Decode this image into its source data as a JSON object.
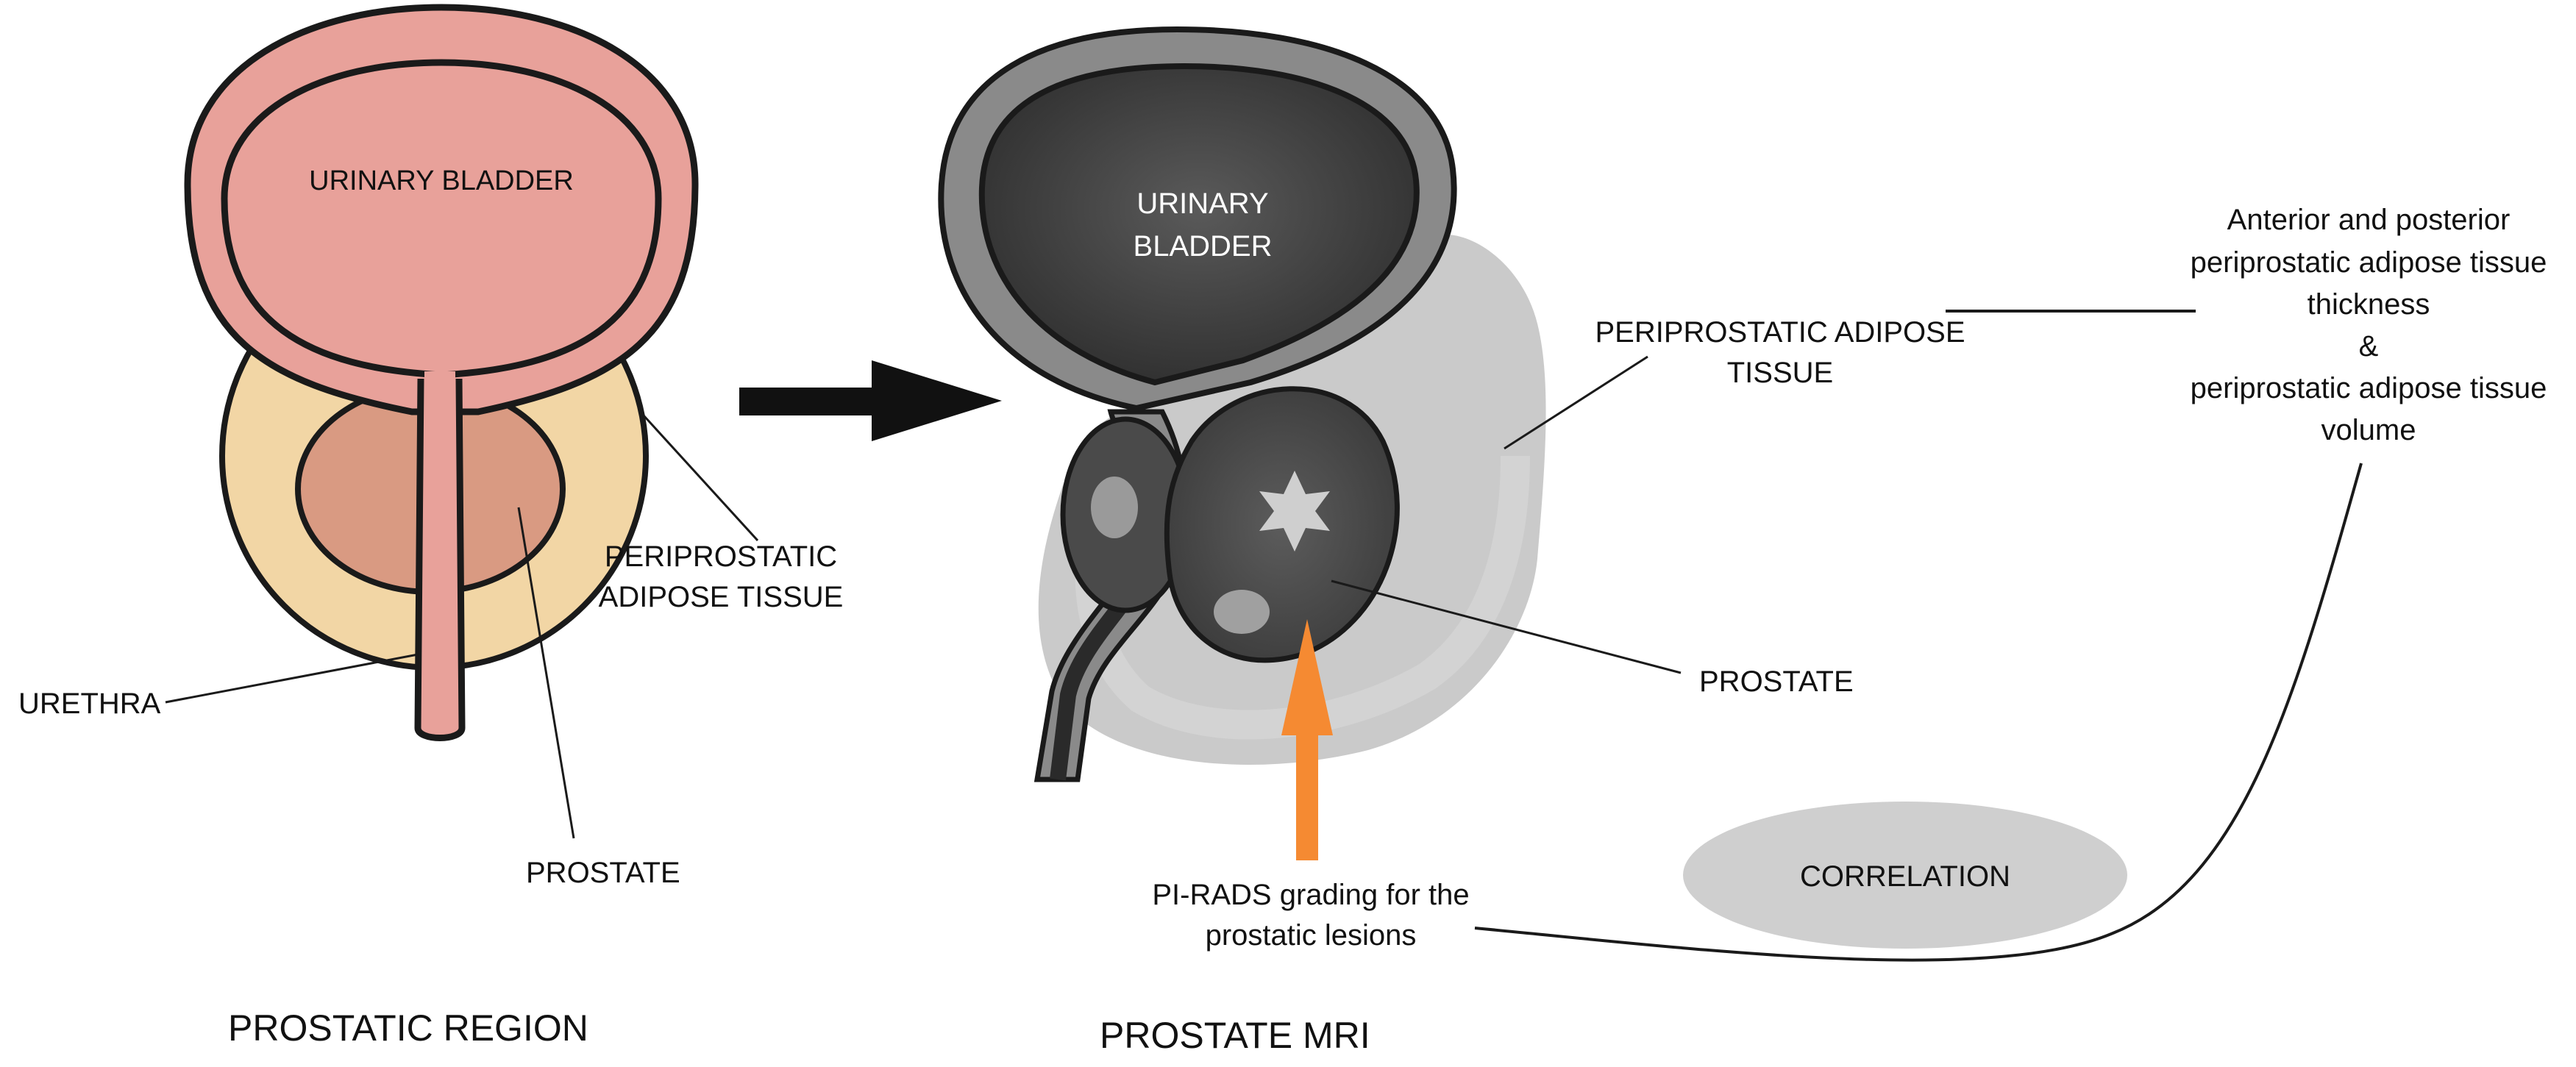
{
  "left_panel": {
    "bladder_label": "URINARY BLADDER",
    "adipose_label_line1": "PERIPROSTATIC",
    "adipose_label_line2": "ADIPOSE TISSUE",
    "urethra_label": "URETHRA",
    "prostate_label": "PROSTATE",
    "caption": "PROSTATIC REGION"
  },
  "right_panel": {
    "bladder_label_line1": "URINARY",
    "bladder_label_line2": "BLADDER",
    "adipose_label_line1": "PERIPROSTATIC ADIPOSE",
    "adipose_label_line2": "TISSUE",
    "prostate_label": "PROSTATE",
    "caption": "PROSTATE MRI",
    "pirads_line1": "PI-RADS grading for the",
    "pirads_line2": "prostatic lesions"
  },
  "measure_note": {
    "line1": "Anterior and posterior",
    "line2": "periprostatic adipose tissue",
    "line3": "thickness",
    "line4": "&",
    "line5": "periprostatic adipose tissue",
    "line6": "volume"
  },
  "correlation_label": "CORRELATION",
  "colors": {
    "bladder_pink": "#e8a19a",
    "adipose_yellow": "#f2d6a5",
    "prostate_tan": "#d99a82",
    "mri_dark": "#3c3c3c",
    "mri_gray": "#8a8a8a",
    "fat_gray": "#c4c4c4",
    "orange_arrow": "#f58a32",
    "ellipse_gray": "#cfcfcf"
  }
}
